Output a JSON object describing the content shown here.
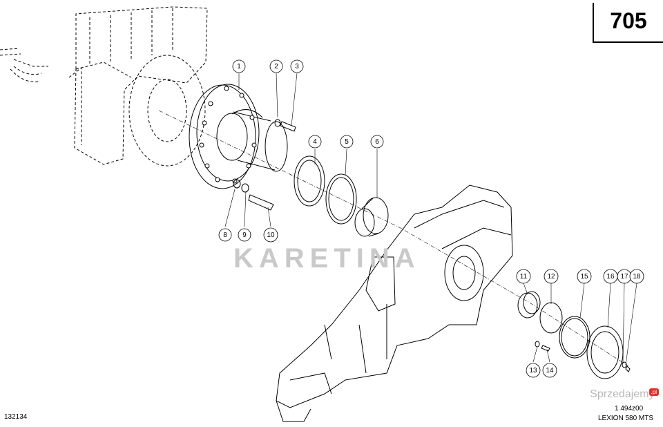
{
  "page_number": "705",
  "drawing_id": "132134",
  "reference_code": "1 494z00",
  "model": "LEXION 580 MTS",
  "watermark_text": "KARETINA",
  "site_watermark": "Sprzedajemy",
  "site_badge": ".pl",
  "callouts": [
    "1",
    "2",
    "3",
    "4",
    "5",
    "6",
    "8",
    "9",
    "10",
    "11",
    "12",
    "13",
    "14",
    "15",
    "16",
    "17",
    "18"
  ]
}
